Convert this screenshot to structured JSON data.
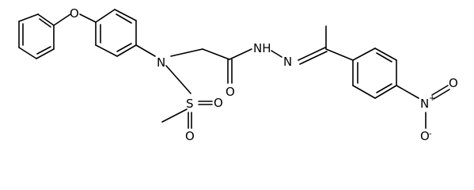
{
  "molecule": {
    "atoms": {
      "ether_o": "O",
      "amine_n": "N",
      "sulfur": "S",
      "sulfonyl_o1": "O",
      "sulfonyl_o2": "O",
      "carbonyl_o": "O",
      "hydrazide_nh": "NH",
      "hydrazone_n": "N",
      "nitro_n": "N",
      "nitro_n_charge": "+",
      "nitro_o_top": "O",
      "nitro_o_bottom": "O",
      "nitro_o_charge": "-"
    },
    "colors": {
      "ink": "#000000",
      "background": "#ffffff"
    }
  }
}
